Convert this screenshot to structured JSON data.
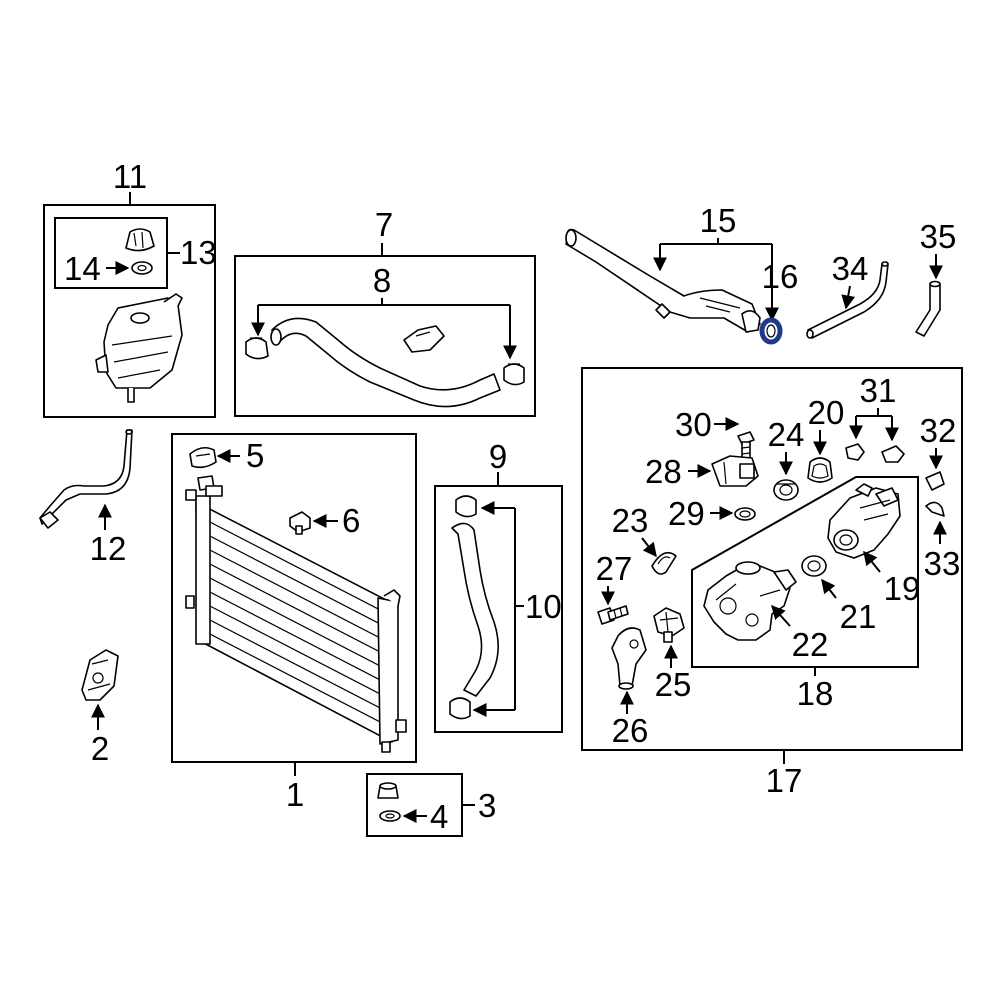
{
  "diagram": {
    "callouts": {
      "c1": "1",
      "c2": "2",
      "c3": "3",
      "c4": "4",
      "c5": "5",
      "c6": "6",
      "c7": "7",
      "c8": "8",
      "c9": "9",
      "c10": "10",
      "c11": "11",
      "c12": "12",
      "c13": "13",
      "c14": "14",
      "c15": "15",
      "c16": "16",
      "c17": "17",
      "c18": "18",
      "c19": "19",
      "c20": "20",
      "c21": "21",
      "c22": "22",
      "c23": "23",
      "c24": "24",
      "c25": "25",
      "c26": "26",
      "c27": "27",
      "c28": "28",
      "c29": "29",
      "c30": "30",
      "c31": "31",
      "c32": "32",
      "c33": "33",
      "c34": "34",
      "c35": "35"
    },
    "colors": {
      "line": "#000000",
      "background": "#ffffff",
      "highlight": "#1f3a8a"
    },
    "highlighted_part": "16"
  }
}
